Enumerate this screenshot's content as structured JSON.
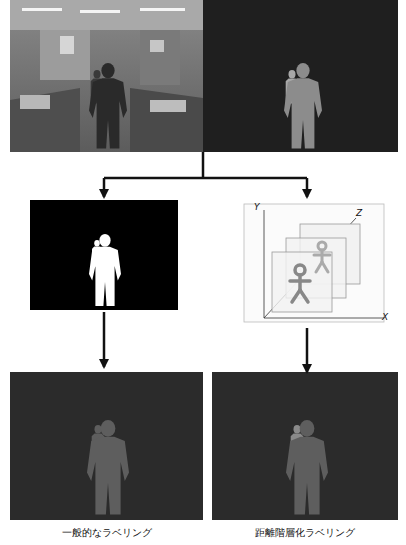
{
  "diagram": {
    "nodes": [
      {
        "text": [
          "Y",
          "Z",
          "X"
        ]
      },
      {
        "text": [
          "一般的なラベリング"
        ]
      },
      {
        "text": [
          "距離階層化ラベリング"
        ]
      }
    ],
    "edges": [
      {
        "from": 0,
        "to": 2,
        "arrow": "to"
      }
    ]
  }
}
